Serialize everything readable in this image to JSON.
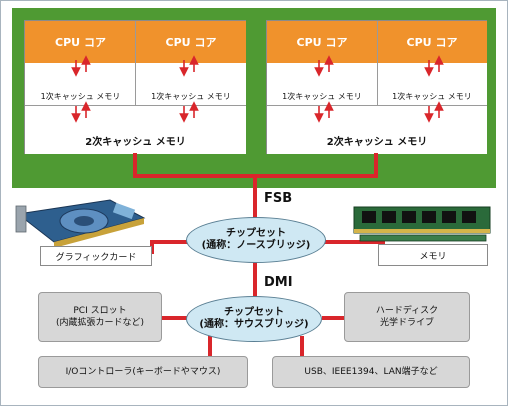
{
  "cpu": {
    "core_label": "CPU コア",
    "l1_label": "1次キャッシュ メモリ",
    "l2_label": "2次キャッシュ メモリ"
  },
  "buses": {
    "fsb": "FSB",
    "dmi": "DMI"
  },
  "northbridge": {
    "line1": "チップセット",
    "line2": "(通称：ノースブリッジ)"
  },
  "southbridge": {
    "line1": "チップセット",
    "line2": "(通称：サウスブリッジ)"
  },
  "devices": {
    "graphics_card": "グラフィックカード",
    "memory": "メモリ",
    "pci_line1": "PCI スロット",
    "pci_line2": "(内蔵拡張カードなど)",
    "storage_line1": "ハードディスク",
    "storage_line2": "光学ドライブ",
    "io_controller": "I/Oコントローラ(キーボードやマウス)",
    "usb_etc": "USB、IEEE1394、LAN端子など"
  },
  "colors": {
    "board_green": "#4f9a33",
    "core_orange": "#f0922c",
    "bus_red": "#d9262b",
    "chipset_blue": "#cfe8f3",
    "device_grey": "#d7d7d7"
  }
}
